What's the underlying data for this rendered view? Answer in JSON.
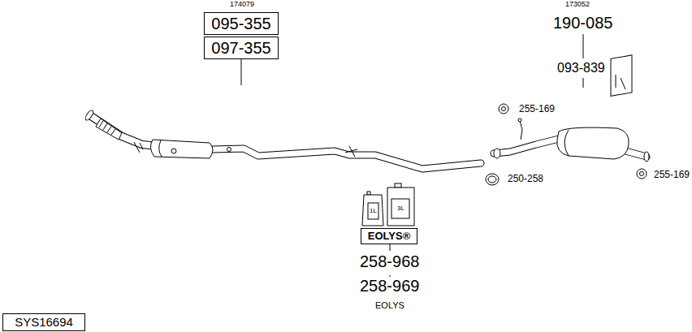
{
  "diagram": {
    "nodes": [
      {
        "text": [
          "095-355"
        ]
      },
      {
        "text": [
          "097-355"
        ]
      },
      {
        "text": [
          "EOLYS®"
        ]
      },
      {
        "text": [
          "SYS16694"
        ]
      }
    ],
    "labels": [
      "174079",
      "173052",
      "190-085",
      "093-839",
      "255-169",
      "1L",
      "3L",
      "250-258",
      "255-169",
      "258-968",
      "258-969",
      "EOLYS"
    ]
  }
}
